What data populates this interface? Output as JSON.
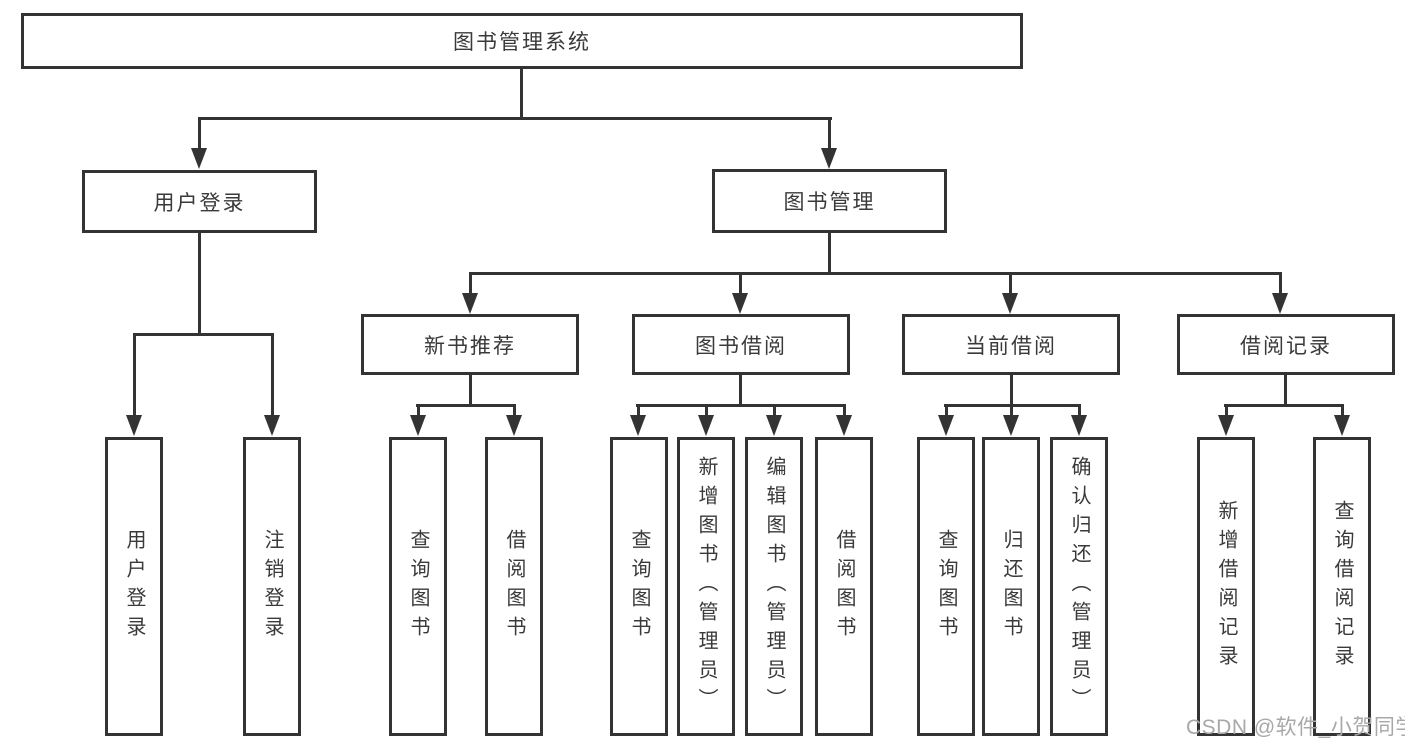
{
  "diagram_type": "hierarchy-tree",
  "colors": {
    "background": "#ffffff",
    "line": "#333333",
    "box_border": "#333333",
    "text": "#3a3a3a",
    "watermark": "#a8a8a8"
  },
  "nodes": {
    "root": "图书管理系统",
    "user_login": "用户登录",
    "book_mgmt": "图书管理",
    "new_book_rec": "新书推荐",
    "book_borrow": "图书借阅",
    "current_borrow": "当前借阅",
    "borrow_records": "借阅记录",
    "leaf_user_login": "用户登录",
    "leaf_logout": "注销登录",
    "leaf_rec_query_book": "查询图书",
    "leaf_rec_borrow_book": "借阅图书",
    "leaf_bor_query_book": "查询图书",
    "leaf_bor_add_book": "新增图书（管理员）",
    "leaf_bor_edit_book": "编辑图书（管理员）",
    "leaf_bor_borrow_book": "借阅图书",
    "leaf_cur_query_book": "查询图书",
    "leaf_cur_return_book": "归还图书",
    "leaf_cur_confirm_return": "确认归还（管理员）",
    "leaf_log_add_record": "新增借阅记录",
    "leaf_log_query_record": "查询借阅记录"
  },
  "watermark": "CSDN @软件_小贺同学"
}
